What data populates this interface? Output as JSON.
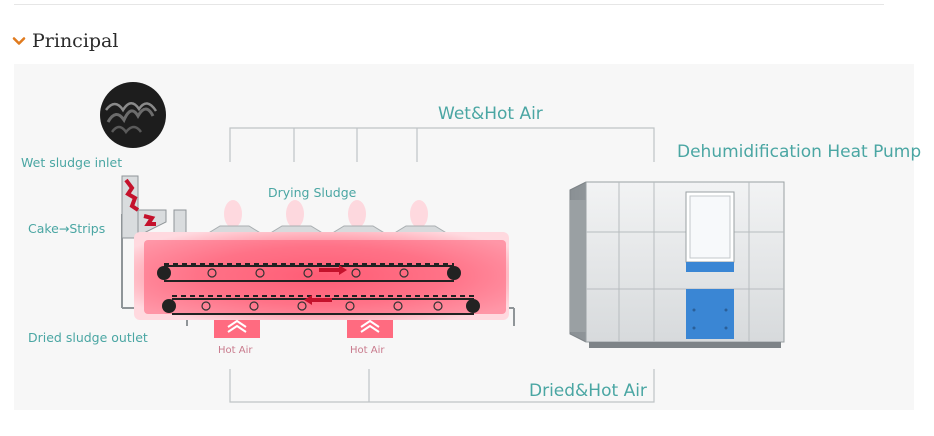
{
  "section": {
    "title": "Principal",
    "toggle_icon": "chevron-down-icon",
    "accent_color": "#e07b1f"
  },
  "diagram": {
    "labels": {
      "wet_hot_air": "Wet&Hot Air",
      "dehumidification_heat_pump": "Dehumidification Heat Pump",
      "wet_sludge_inlet": "Wet sludge inlet",
      "cake_strips": "Cake→Strips",
      "drying_sludge": "Drying Sludge",
      "dried_sludge_outlet": "Dried sludge outlet",
      "hot_air_left": "Hot Air",
      "hot_air_right": "Hot Air",
      "dried_hot_air": "Dried&Hot Air"
    },
    "colors": {
      "label_teal": "#4aa6a3",
      "dryer_red": "#f0405a",
      "unit_blue": "#3a86d4"
    }
  }
}
